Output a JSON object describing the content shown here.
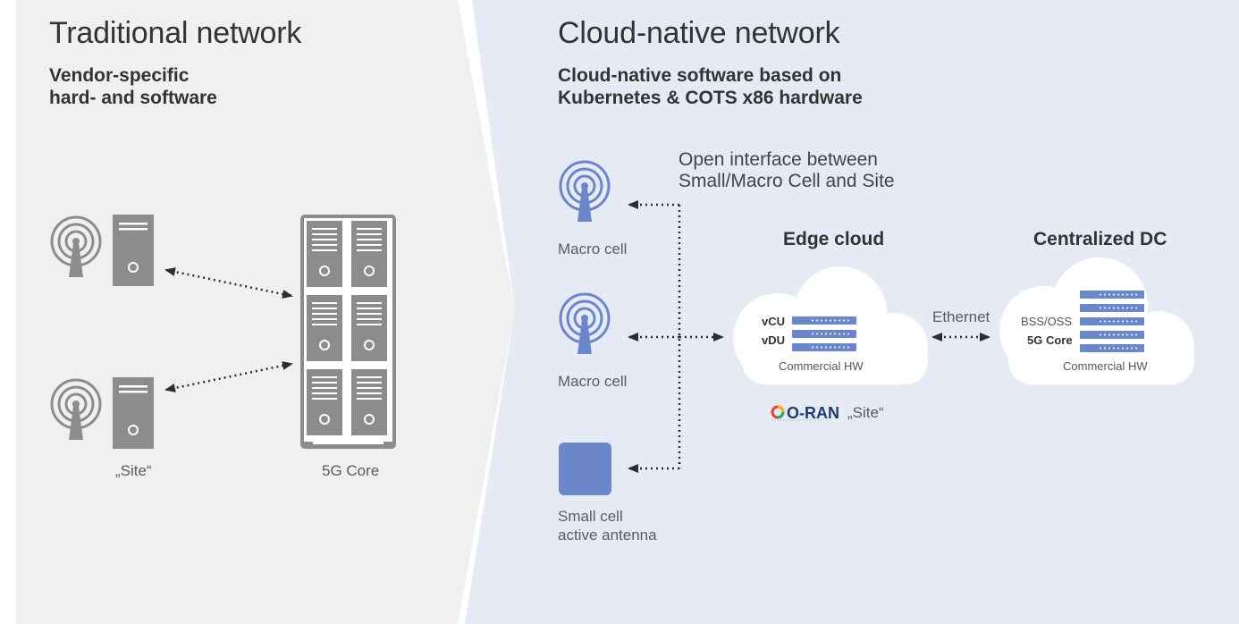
{
  "left_panel": {
    "title": "Traditional network",
    "subtitle_line1": "Vendor-specific",
    "subtitle_line2": "hard- and software",
    "site_label": "„Site“",
    "core_label": "5G Core"
  },
  "right_panel": {
    "title": "Cloud-native network",
    "subtitle_line1": "Cloud-native software based on",
    "subtitle_line2": "Kubernetes & COTS x86 hardware",
    "interface_line1": "Open interface between",
    "interface_line2": "Small/Macro Cell and Site",
    "macro_cell_1": "Macro cell",
    "macro_cell_2": "Macro cell",
    "small_cell_line1": "Small cell",
    "small_cell_line2": "active antenna",
    "edge_cloud": {
      "title": "Edge cloud",
      "vcu": "vCU",
      "vdu": "vDU",
      "hw_label": "Commercial HW",
      "oran_logo": "O-RAN",
      "site_label": "„Site“"
    },
    "ethernet_label": "Ethernet",
    "central_dc": {
      "title": "Centralized DC",
      "bss_oss": "BSS/OSS",
      "core": "5G Core",
      "hw_label": "Commercial HW"
    }
  },
  "colors": {
    "left_bg": "#f0f0f0",
    "right_bg": "#e6eaf4",
    "icon_gray": "#8c8c8c",
    "accent_blue": "#6b86c9",
    "arrow_dark": "#2b2b3a"
  },
  "icons": [
    "antenna-tower-icon",
    "server-tower-icon",
    "server-rack-icon",
    "cloud-icon",
    "small-cell-square-icon",
    "dotted-arrow-icon"
  ]
}
